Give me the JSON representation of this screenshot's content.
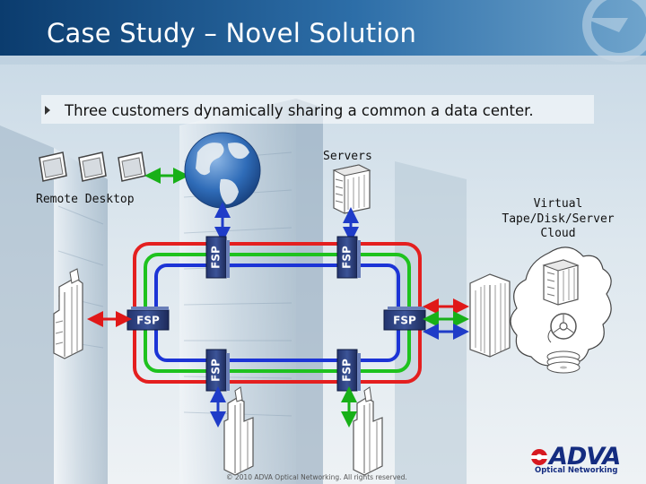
{
  "slide": {
    "title": "Case Study – Novel Solution",
    "bullet": "Three customers dynamically sharing a common a data center."
  },
  "labels": {
    "servers": "Servers",
    "remote_desktop": "Remote Desktop",
    "cloud_line1": "Virtual",
    "cloud_line2": "Tape/Disk/Server",
    "cloud_line3": "Cloud"
  },
  "fsp_label": "FSP",
  "ring_colors": {
    "outer": "#e41f1f",
    "middle": "#1ec21e",
    "inner": "#1c34d6"
  },
  "arrow_colors": {
    "blue": "#1f3cc8",
    "green": "#18b018",
    "red": "#e01818"
  },
  "footer": {
    "copyright": "© 2010 ADVA Optical Networking. All rights reserved."
  },
  "logo": {
    "name": "ADVA",
    "tagline": "Optical Networking",
    "brand_color": "#142c80",
    "accent": "#d71920"
  }
}
